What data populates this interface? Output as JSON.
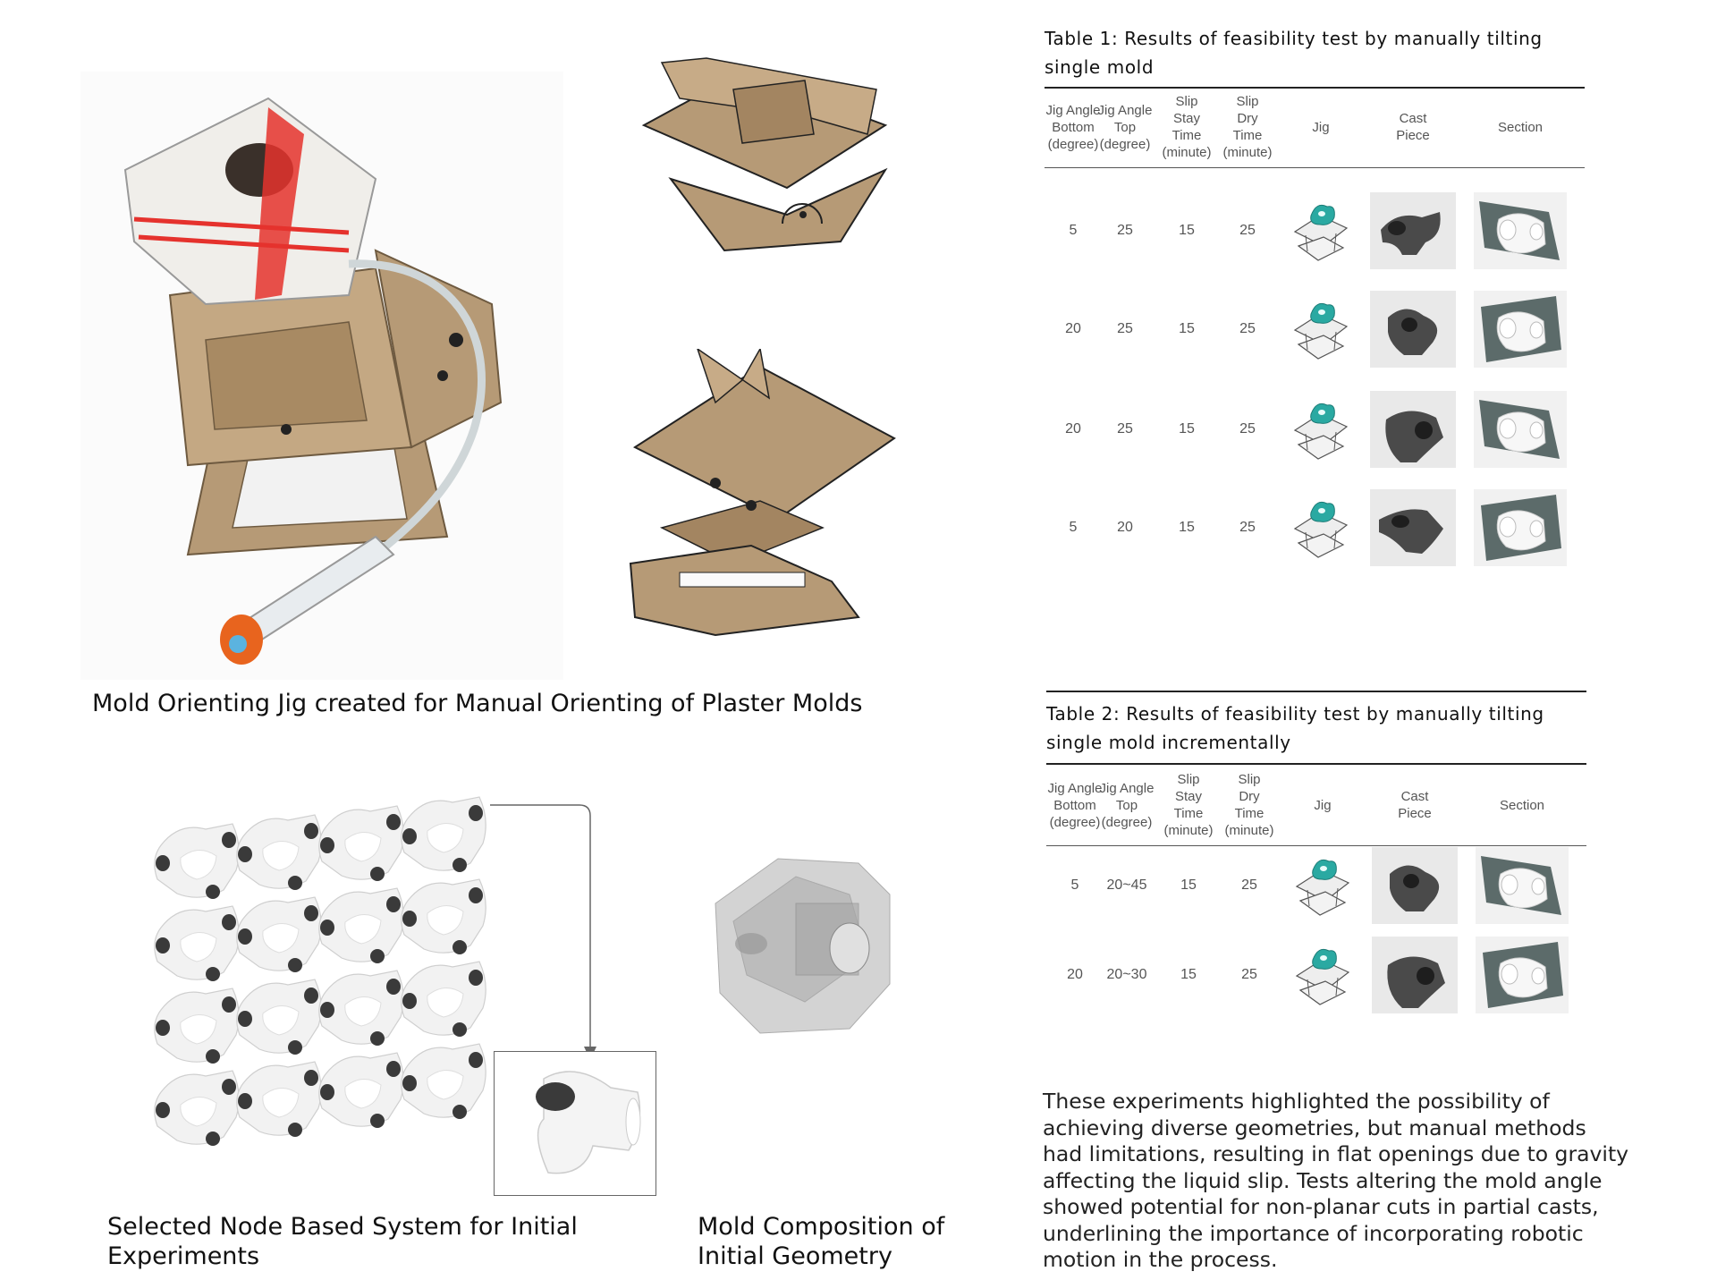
{
  "captions": {
    "jig": "Mold Orienting Jig created for Manual Orienting of Plaster Molds",
    "node_system_line1": "Selected Node Based System for Initial",
    "node_system_line2": "Experiments",
    "mold_comp_line1": "Mold Composition of",
    "mold_comp_line2": "Initial Geometry"
  },
  "paragraph": [
    "These experiments highlighted the possibility of",
    "achieving diverse geometries, but manual methods",
    "had limitations, resulting in flat openings due to gravity",
    "affecting the liquid slip. Tests altering the mold angle",
    "showed potential for non-planar cuts in partial casts,",
    "underlining the importance of incorporating robotic",
    "motion in the process."
  ],
  "table1": {
    "title_line1": "Table 1: Results of feasibility test by manually tilting",
    "title_line2": "single mold",
    "headers": [
      "Jig Angle\nBottom\n(degree)",
      "Jig Angle\nTop\n(degree)",
      "Slip\nStay\nTime\n(minute)",
      "Slip\nDry\nTime\n(minute)",
      "Jig",
      "Cast\nPiece",
      "Section"
    ],
    "rows": [
      [
        "5",
        "25",
        "15",
        "25"
      ],
      [
        "20",
        "25",
        "15",
        "25"
      ],
      [
        "20",
        "25",
        "15",
        "25"
      ],
      [
        "5",
        "20",
        "15",
        "25"
      ]
    ]
  },
  "table2": {
    "title_line1": "Table 2: Results of feasibility test by manually tilting",
    "title_line2": "single mold incrementally",
    "headers": [
      "Jig Angle\nBottom\n(degree)",
      "Jig Angle\nTop\n(degree)",
      "Slip\nStay\nTime\n(minute)",
      "Slip\nDry\nTime\n(minute)",
      "Jig",
      "Cast\nPiece",
      "Section"
    ],
    "rows": [
      [
        "5",
        "20~45",
        "15",
        "25"
      ],
      [
        "20",
        "20~30",
        "15",
        "25"
      ]
    ]
  },
  "colors": {
    "mdf": "#b69a76",
    "plaster": "#f2f0ec",
    "red_band": "#e5322d",
    "teal": "#2aa9a2",
    "section_dark": "#5c6b6a",
    "cast_dark": "#4a4a4a"
  }
}
